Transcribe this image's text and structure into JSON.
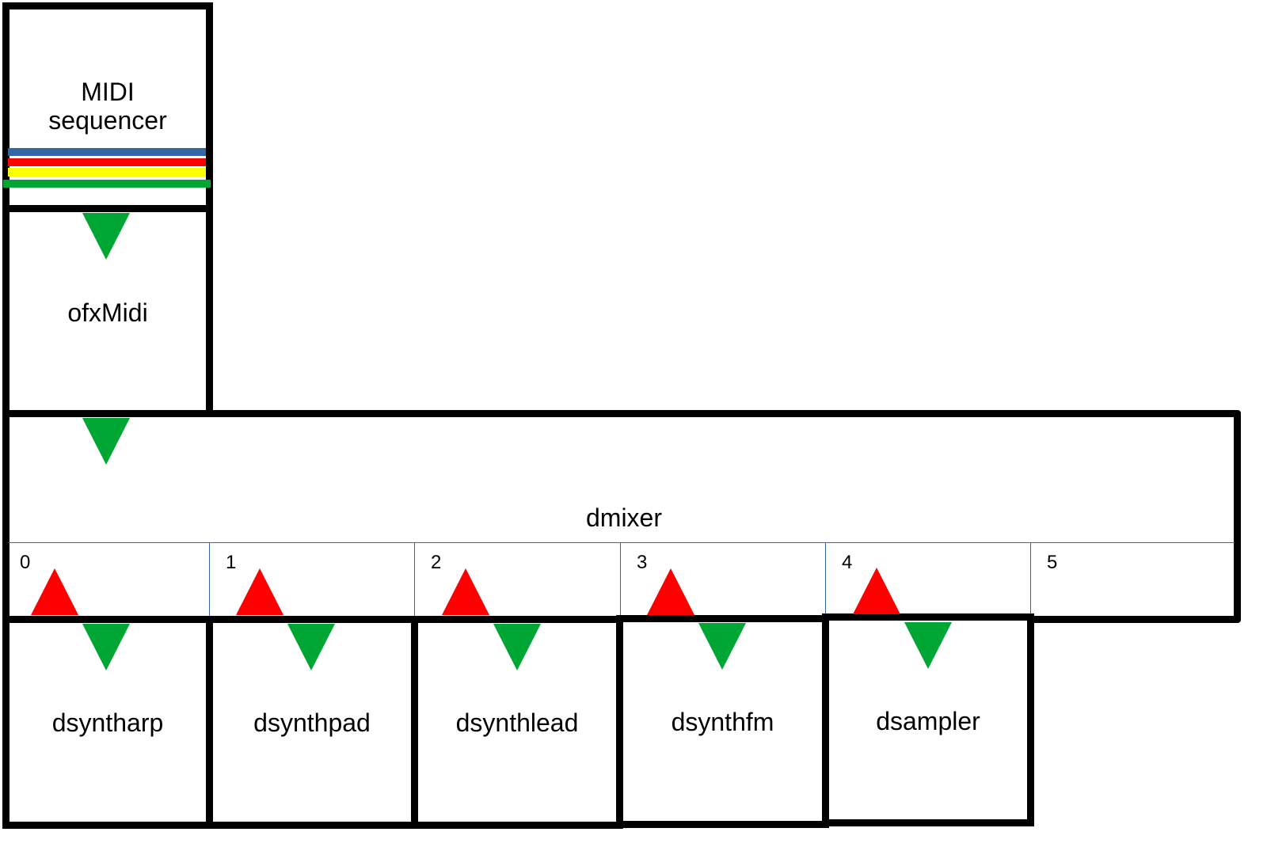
{
  "nodes": {
    "sequencer": {
      "line1": "MIDI",
      "line2": "sequencer"
    },
    "ofxmidi": {
      "label": "ofxMidi"
    },
    "dmixer": {
      "label": "dmixer"
    },
    "synths": [
      {
        "label": "dsyntharp"
      },
      {
        "label": "dsynthpad"
      },
      {
        "label": "dsynthlead"
      },
      {
        "label": "dsynthfm"
      },
      {
        "label": "dsampler"
      }
    ]
  },
  "mixer_channels": [
    "0",
    "1",
    "2",
    "3",
    "4",
    "5"
  ],
  "colors": {
    "arrow_down": "#00a633",
    "arrow_up": "#ff0000",
    "stripes": [
      "#3465a4",
      "#ff0000",
      "#ffff00",
      "#00a633"
    ],
    "channel_grid": "#3465a4"
  }
}
